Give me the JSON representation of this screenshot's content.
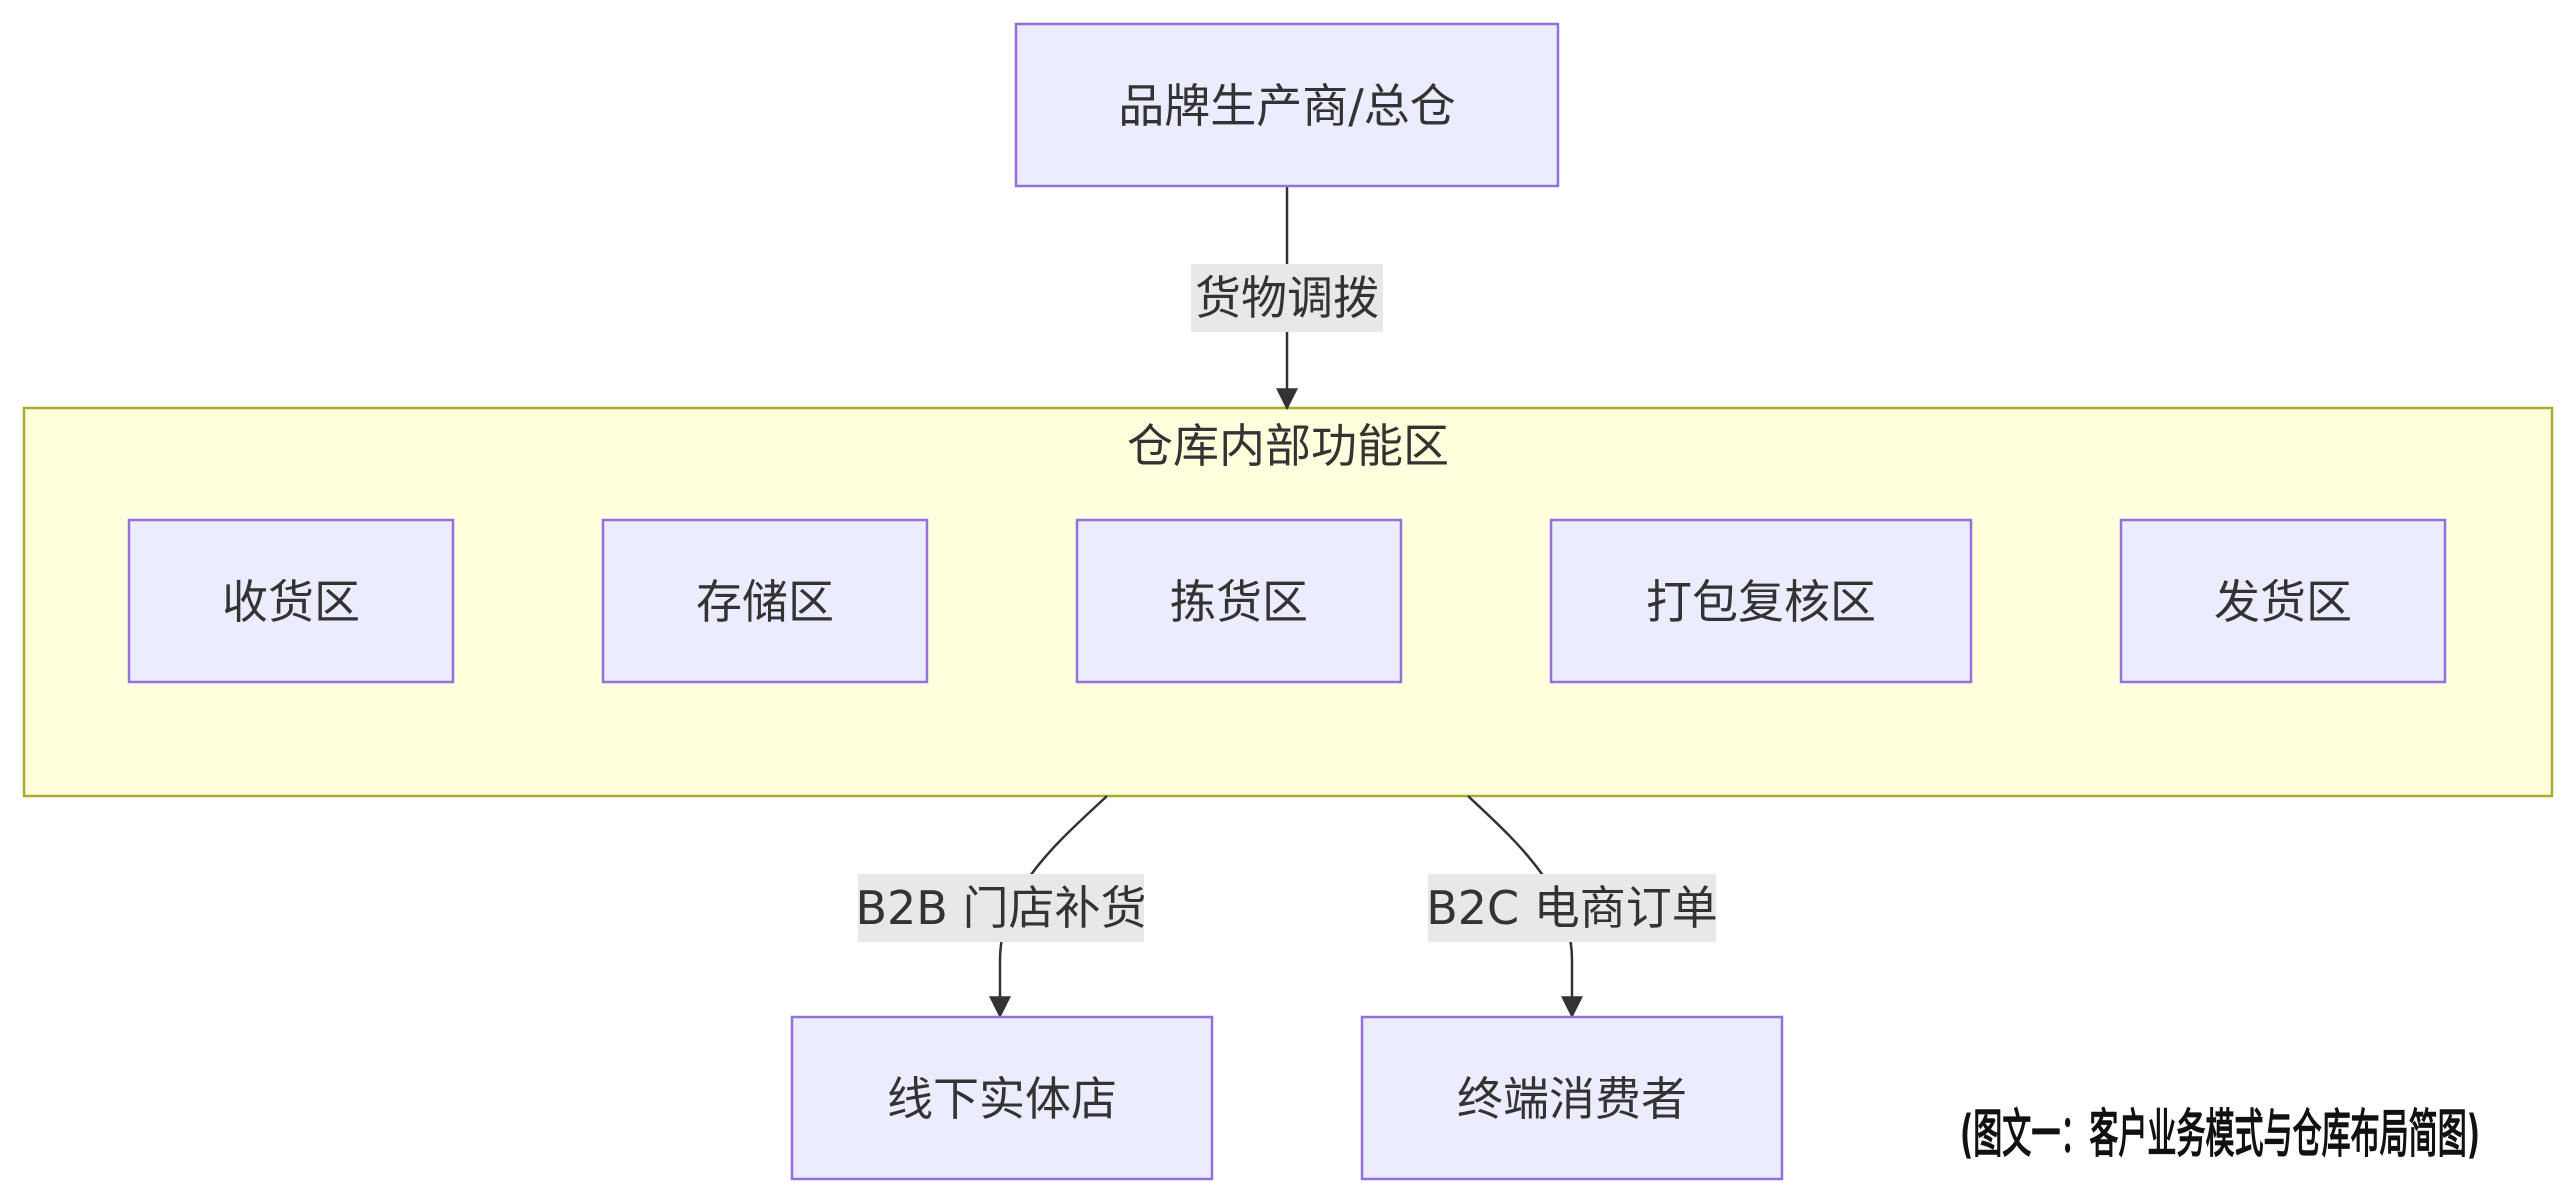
{
  "colors": {
    "node_fill": "#ECECFF",
    "node_stroke": "#9370DB",
    "cluster_fill": "#FFFFDE",
    "cluster_stroke": "#AAAA33",
    "edge": "#333333",
    "edge_label_bg": "#E8E8E8"
  },
  "nodes": {
    "brand": "品牌生产商/总仓",
    "receiving": "收货区",
    "storage": "存储区",
    "picking": "拣货区",
    "packing": "打包复核区",
    "shipping": "发货区",
    "store": "线下实体店",
    "consumer": "终端消费者"
  },
  "cluster": {
    "title": "仓库内部功能区"
  },
  "edges": {
    "transfer": "货物调拨",
    "b2b": "B2B 门店补货",
    "b2c": "B2C 电商订单"
  },
  "caption": "(图文一：客户业务模式与仓库布局简图)"
}
